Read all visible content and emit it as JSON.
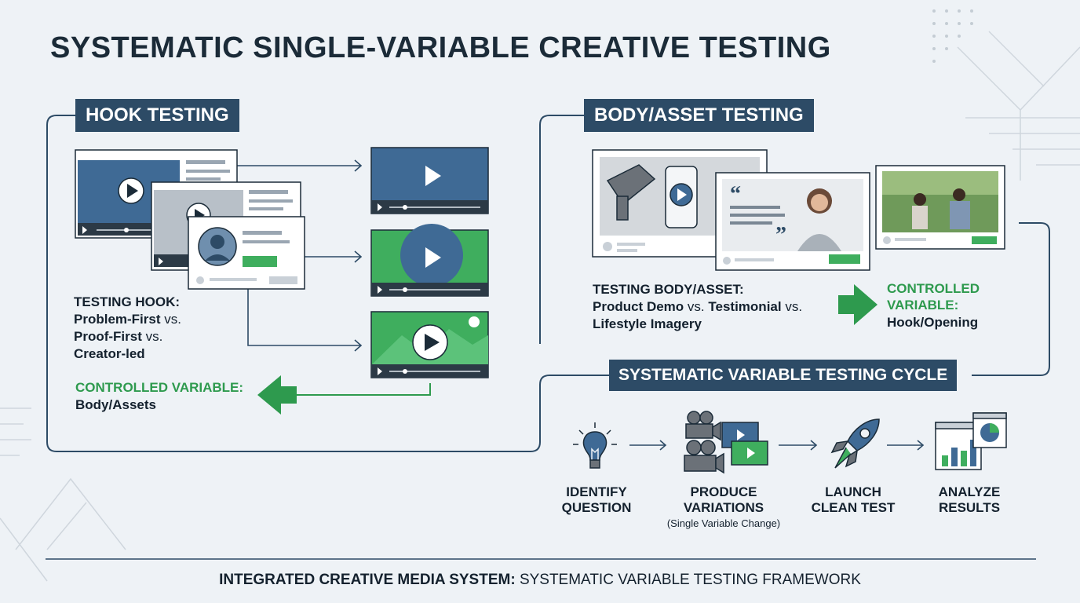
{
  "title": "SYSTEMATIC SINGLE-VARIABLE CREATIVE TESTING",
  "hook": {
    "banner": "HOOK TESTING",
    "testing_label": "TESTING HOOK:",
    "options": [
      {
        "name": "Problem-First",
        "suffix": "vs."
      },
      {
        "name": "Proof-First",
        "suffix": "vs."
      },
      {
        "name": "Creator-led",
        "suffix": ""
      }
    ],
    "controlled_label": "CONTROLLED VARIABLE:",
    "controlled_value": "Body/Assets"
  },
  "body": {
    "banner": "BODY/ASSET TESTING",
    "testing_label": "TESTING BODY/ASSET:",
    "line1_a": "Product Demo",
    "line1_b": "vs.",
    "line1_c": "Testimonial",
    "line1_d": "vs.",
    "line2": "Lifestyle Imagery",
    "controlled_label_1": "CONTROLLED",
    "controlled_label_2": "VARIABLE:",
    "controlled_value": "Hook/Opening"
  },
  "cycle": {
    "banner": "SYSTEMATIC VARIABLE TESTING CYCLE",
    "steps": [
      {
        "label": "IDENTIFY\nQUESTION",
        "icon": "lightbulb-icon"
      },
      {
        "label": "PRODUCE\nVARIATIONS",
        "note": "(Single Variable Change)",
        "icon": "video-camera-icon"
      },
      {
        "label": "LAUNCH\nCLEAN TEST",
        "icon": "rocket-icon"
      },
      {
        "label": "ANALYZE\nRESULTS",
        "icon": "analytics-chart-icon"
      }
    ]
  },
  "footer": {
    "bold": "INTEGRATED CREATIVE MEDIA SYSTEM:",
    "regular": "SYSTEMATIC VARIABLE TESTING FRAMEWORK"
  },
  "colors": {
    "navy": "#2d4b66",
    "blue": "#3f6a95",
    "green": "#2e9a4e",
    "dark": "#1b2b38",
    "background": "#eef2f6"
  }
}
